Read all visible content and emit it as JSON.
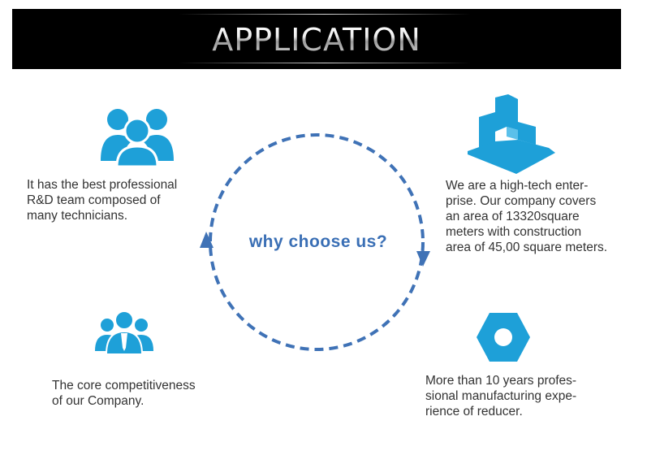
{
  "header": {
    "title": "APPLICATION"
  },
  "center": {
    "label": "why choose us?"
  },
  "features": {
    "team": {
      "icon": "team-icon",
      "lines": [
        "It has the best professional",
        "R&D team composed of",
        "many technicians."
      ]
    },
    "building": {
      "icon": "building-icon",
      "lines": [
        " We are a high-tech enter-",
        "prise. Our company covers",
        "an area of 13320square",
        "meters with construction",
        "area of 45,00 square meters."
      ]
    },
    "group": {
      "icon": "group-icon",
      "lines": [
        "The core competitiveness",
        "of our Company."
      ]
    },
    "nut": {
      "icon": "hex-nut-icon",
      "lines": [
        "More than 10 years profes-",
        "sional manufacturing expe-",
        "rience of reducer."
      ]
    }
  },
  "colors": {
    "accent": "#1ea0d8",
    "cycle": "#3f72b6",
    "text": "#333333",
    "header_bg": "#000000"
  }
}
